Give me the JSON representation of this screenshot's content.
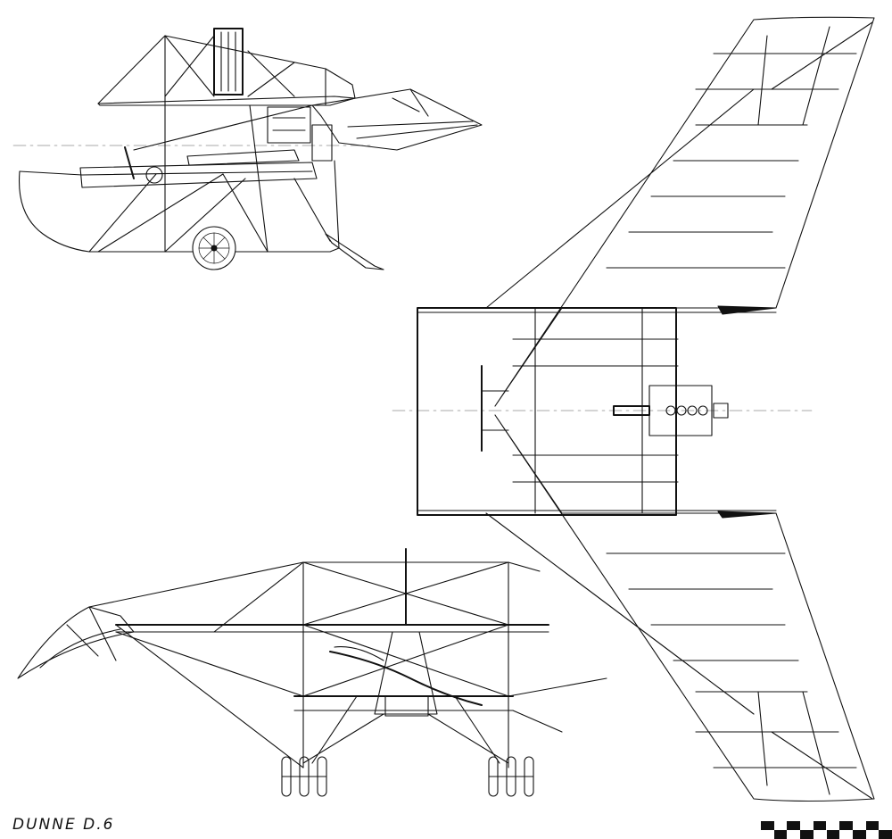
{
  "caption": {
    "title": "DUNNE D.6"
  },
  "views": {
    "side": {
      "name": "side-view"
    },
    "plan": {
      "name": "plan-view"
    },
    "front": {
      "name": "front-view"
    }
  },
  "scale_bar": {
    "segments": 10,
    "colors": {
      "dark": "#111111",
      "light": "#ffffff"
    }
  }
}
